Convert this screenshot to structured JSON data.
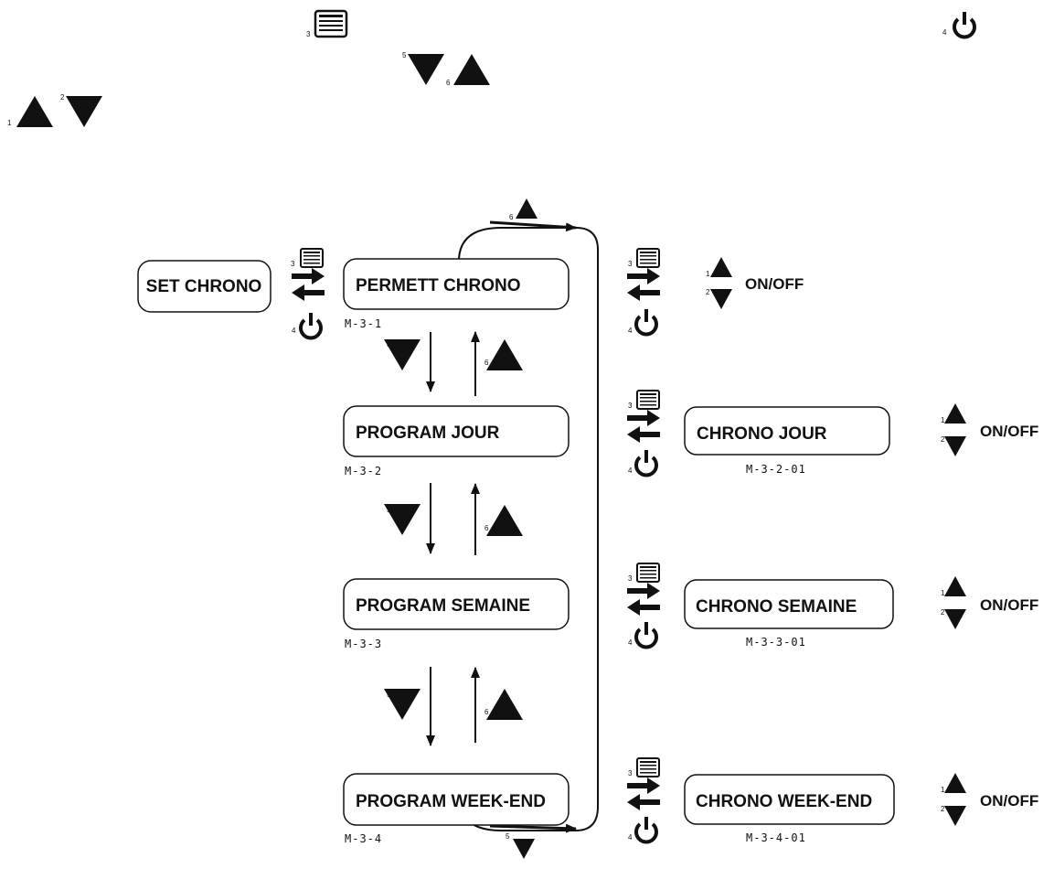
{
  "legend": {
    "num_up_left": "1",
    "num_down_left": "2",
    "num_menu": "3",
    "num_power": "4",
    "num_down_mid": "5",
    "num_up_mid": "6"
  },
  "menu": {
    "set_chrono": "SET CHRONO",
    "permett_chrono": "PERMETT CHRONO",
    "program_jour": "PROGRAM JOUR",
    "program_semaine": "PROGRAM SEMAINE",
    "program_weekend": "PROGRAM WEEK-END"
  },
  "codes": {
    "permett_chrono": "M-3-1",
    "program_jour": "M-3-2",
    "program_semaine": "M-3-3",
    "program_weekend": "M-3-4",
    "chrono_jour": "M-3-2-01",
    "chrono_semaine": "M-3-3-01",
    "chrono_weekend": "M-3-4-01"
  },
  "submenu": {
    "chrono_jour": "CHRONO JOUR",
    "chrono_semaine": "CHRONO SEMAINE",
    "chrono_weekend": "CHRONO WEEK-END"
  },
  "values": {
    "onoff_1": "ON/OFF",
    "onoff_2": "ON/OFF",
    "onoff_3": "ON/OFF",
    "onoff_4": "ON/OFF"
  },
  "icons": [
    "up-triangle-icon",
    "down-triangle-icon",
    "menu-list-icon",
    "power-icon",
    "arrow-right-icon",
    "arrow-left-icon"
  ]
}
